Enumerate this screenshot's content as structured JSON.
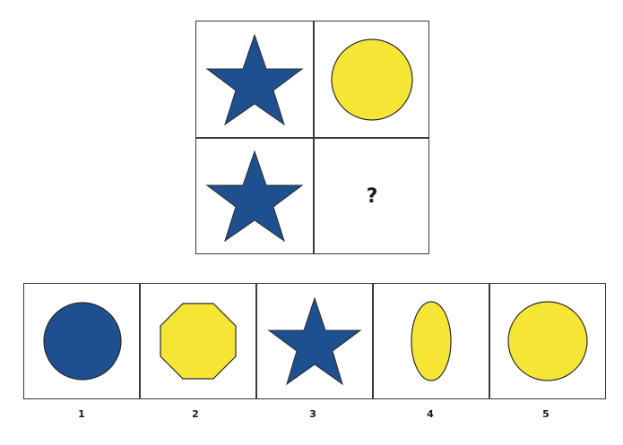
{
  "puzzle": {
    "question_mark": "?",
    "cells": [
      {
        "shape": "star",
        "color": "#1e4f8e"
      },
      {
        "shape": "circle",
        "color": "#f5e534"
      },
      {
        "shape": "star",
        "color": "#1e4f8e"
      },
      {
        "shape": "question"
      }
    ]
  },
  "options": [
    {
      "number": "1",
      "shape": "circle",
      "color": "#1e4f8e"
    },
    {
      "number": "2",
      "shape": "octagon",
      "color": "#f5e534"
    },
    {
      "number": "3",
      "shape": "star",
      "color": "#1e4f8e"
    },
    {
      "number": "4",
      "shape": "ellipse",
      "color": "#f5e534"
    },
    {
      "number": "5",
      "shape": "circle",
      "color": "#f5e534"
    }
  ],
  "colors": {
    "blue": "#1e4f8e",
    "yellow": "#f5e534",
    "outline": "#2b2b2b"
  }
}
